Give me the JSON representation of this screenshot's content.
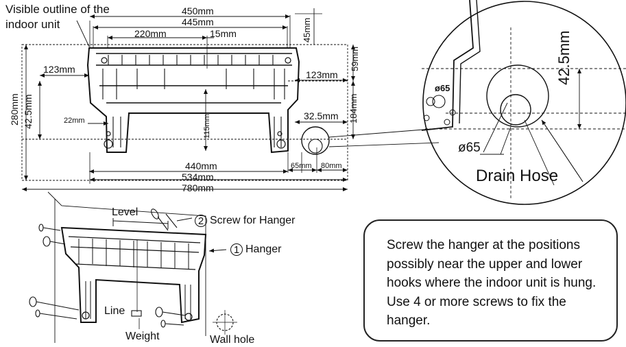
{
  "labels": {
    "visible_outline_line1": "Visible outline of the",
    "visible_outline_line2": "indoor unit",
    "dim_450": "450mm",
    "dim_445": "445mm",
    "dim_220": "220mm",
    "dim_15": "15mm",
    "dim_45": "45mm",
    "dim_59": "59mm",
    "dim_123_left": "123mm",
    "dim_123_right": "123mm",
    "dim_184": "184mm",
    "dim_280": "280mm",
    "dim_42_5_left": "42.5mm",
    "dim_22": "22mm",
    "dim_115": "115mm",
    "dim_32_5": "32.5mm",
    "dim_440": "440mm",
    "dim_534": "534mm",
    "dim_780": "780mm",
    "dim_65": "65mm",
    "dim_80": "80mm",
    "detail_42_5": "42.5mm",
    "detail_phi65_small": "ø65",
    "detail_phi65": "ø65",
    "drain_hose": "Drain Hose",
    "level": "Level",
    "screw_num": "2",
    "screw_for_hanger": "Screw for Hanger",
    "hanger_num": "1",
    "hanger": "Hanger",
    "line": "Line",
    "weight": "Weight",
    "wall_hole": "Wall hole"
  },
  "note": {
    "text": "Screw the hanger at the positions possibly near the upper and lower hooks where the indoor unit is hung. Use 4 or more screws to fix the hanger."
  }
}
